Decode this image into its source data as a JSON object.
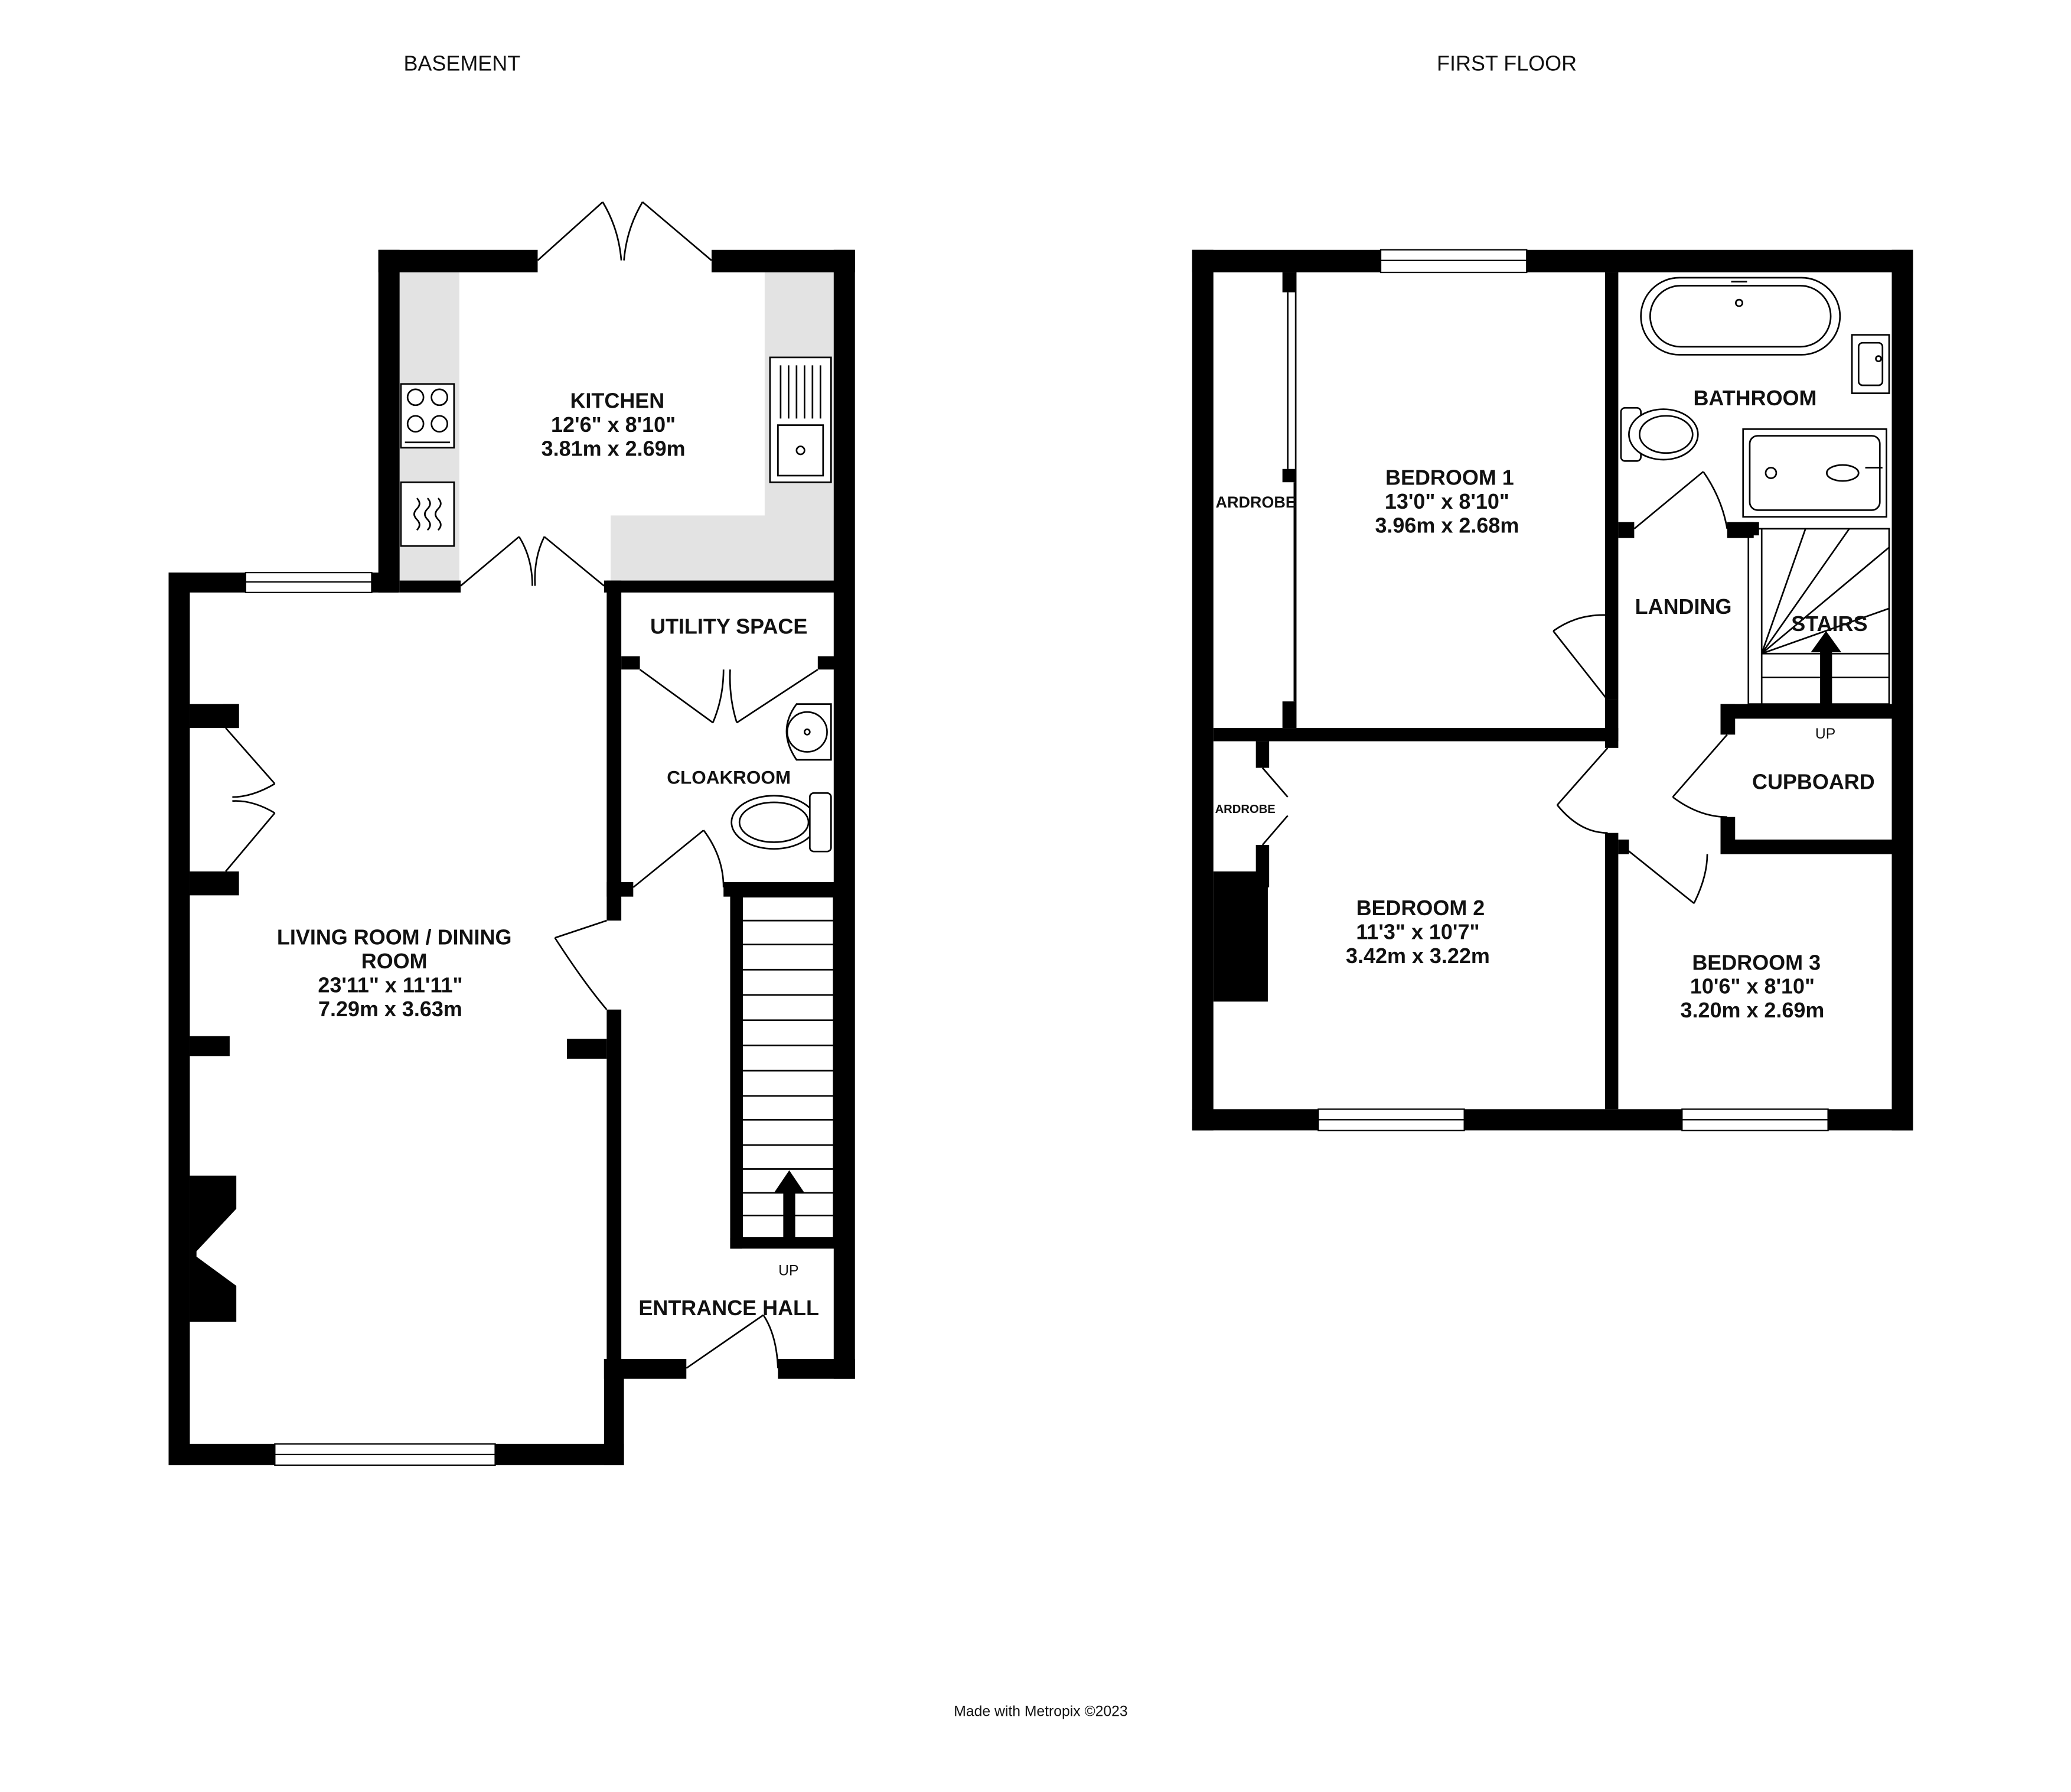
{
  "floors": {
    "basement": {
      "title": "BASEMENT"
    },
    "first_floor": {
      "title": "FIRST FLOOR"
    }
  },
  "rooms": {
    "kitchen": {
      "name": "KITCHEN",
      "imperial": "12'6\"  x 8'10\"",
      "metric": "3.81m  x 2.69m"
    },
    "utility": {
      "name": "UTILITY SPACE"
    },
    "cloakroom": {
      "name": "CLOAKROOM"
    },
    "living": {
      "name_line1": "LIVING ROOM / DINING",
      "name_line2": "ROOM",
      "imperial": "23'11\"  x 11'11\"",
      "metric": "7.29m  x 3.63m"
    },
    "entrance": {
      "name": "ENTRANCE HALL"
    },
    "bedroom1": {
      "name": "BEDROOM 1",
      "imperial": "13'0\"  x 8'10\"",
      "metric": "3.96m  x 2.68m"
    },
    "bedroom2": {
      "name": "BEDROOM 2",
      "imperial": "11'3\"  x 10'7\"",
      "metric": "3.42m  x 3.22m"
    },
    "bedroom3": {
      "name": "BEDROOM 3",
      "imperial": "10'6\"  x 8'10\"",
      "metric": "3.20m  x 2.69m"
    },
    "bathroom": {
      "name": "BATHROOM"
    },
    "landing": {
      "name": "LANDING"
    },
    "stairs": {
      "name": "STAIRS"
    },
    "cupboard": {
      "name": "CUPBOARD"
    },
    "wardrobe1": {
      "name": "ARDROBE"
    },
    "wardrobe2": {
      "name": "ARDROBE"
    }
  },
  "labels": {
    "up": "UP"
  },
  "footer": {
    "credit": "Made with Metropix ©2023"
  },
  "colors": {
    "wall": "#000000",
    "fitted": "#e3e3e3",
    "window": "#ffffff"
  }
}
